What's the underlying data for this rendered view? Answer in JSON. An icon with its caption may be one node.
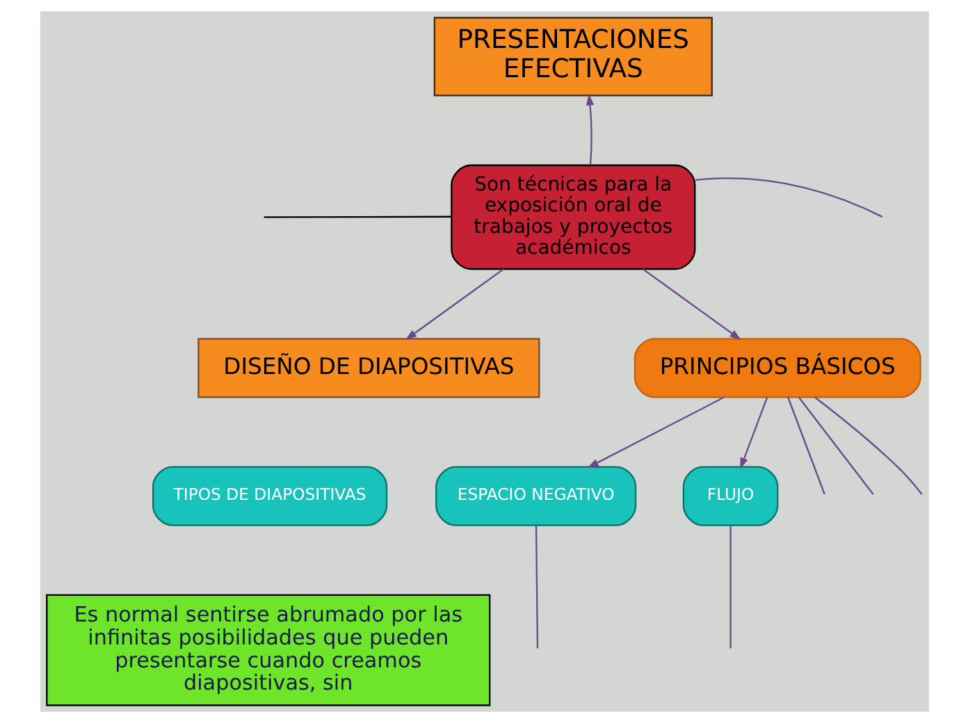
{
  "diagram": {
    "nodes": [
      {
        "text": [
          "PRESENTACIONES EFECTIVAS"
        ]
      },
      {
        "text": [
          "Son técnicas para la exposición oral de trabajos y proyectos académicos"
        ]
      },
      {
        "text": [
          "DISEÑO DE DIAPOSITIVAS"
        ]
      },
      {
        "text": [
          "TIPOS DE DIAPOSITIVAS"
        ]
      },
      {
        "text": [
          "Es normal sentirse abrumado por las infinitas posibilidades que pueden presentarse cuando creamos diapositivas, sin"
        ]
      },
      {
        "text": [
          "PRINCIPIOS BÁSICOS"
        ]
      },
      {
        "text": [
          "ESPACIO NEGATIVO"
        ]
      },
      {
        "text": [
          "FLUJO"
        ]
      }
    ],
    "edges": [
      {
        "from": 1,
        "to": 0,
        "arrow": "to"
      },
      {
        "from": 1,
        "to": null,
        "arrow": "none"
      },
      {
        "from": 1,
        "to": null,
        "arrow": "none",
        "color": "#000000"
      },
      {
        "from": 1,
        "to": 2,
        "arrow": "to"
      },
      {
        "from": 1,
        "to": 5,
        "arrow": "to"
      },
      {
        "from": 5,
        "to": 6,
        "arrow": "to"
      },
      {
        "from": 5,
        "to": 7,
        "arrow": "to"
      },
      {
        "from": 5,
        "to": null,
        "arrow": "none"
      },
      {
        "from": 5,
        "to": null,
        "arrow": "none"
      },
      {
        "from": 5,
        "to": null,
        "arrow": "none"
      },
      {
        "from": 6,
        "to": null,
        "arrow": "none"
      },
      {
        "from": 7,
        "to": null,
        "arrow": "none"
      }
    ]
  }
}
